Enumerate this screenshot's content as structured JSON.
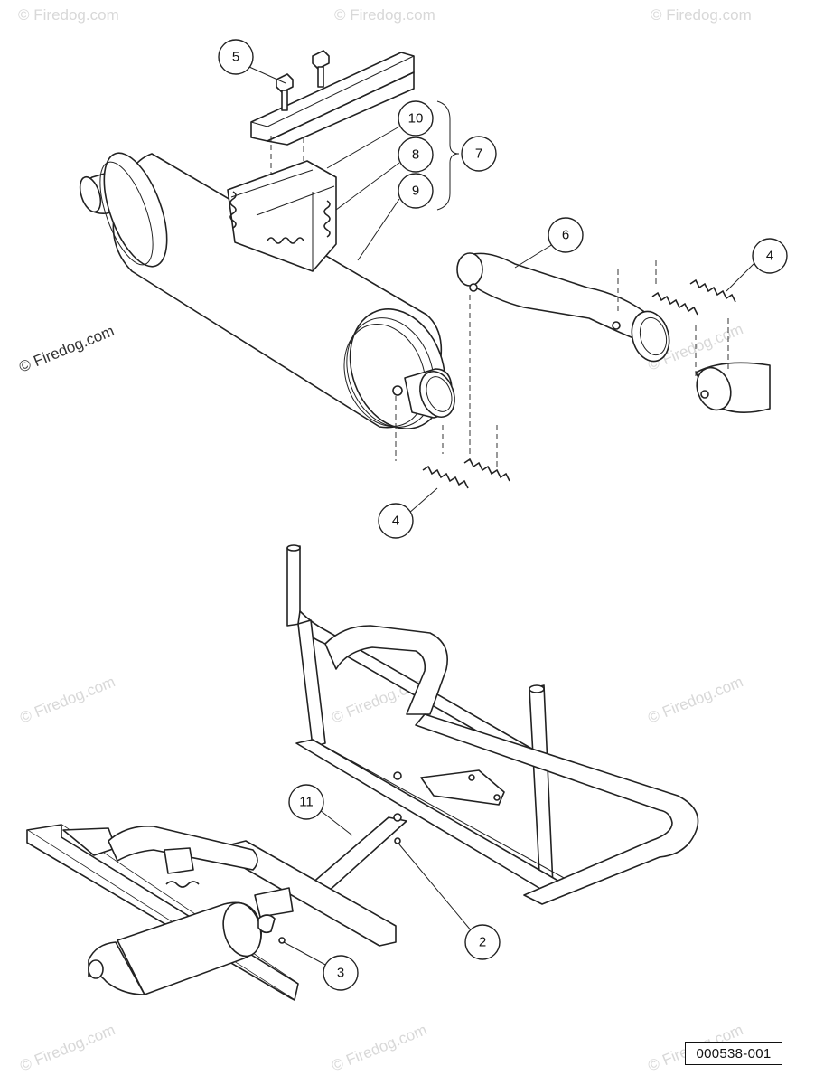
{
  "drawing_number": "000538-001",
  "copyright_notice": "© Firedog.com",
  "watermark_text": "© Firedog.com",
  "callouts": {
    "c5": "5",
    "c10": "10",
    "c8": "8",
    "c9": "9",
    "c7": "7",
    "c6": "6",
    "c4_top": "4",
    "c4_bottom": "4",
    "c11": "11",
    "c2": "2",
    "c3": "3"
  }
}
